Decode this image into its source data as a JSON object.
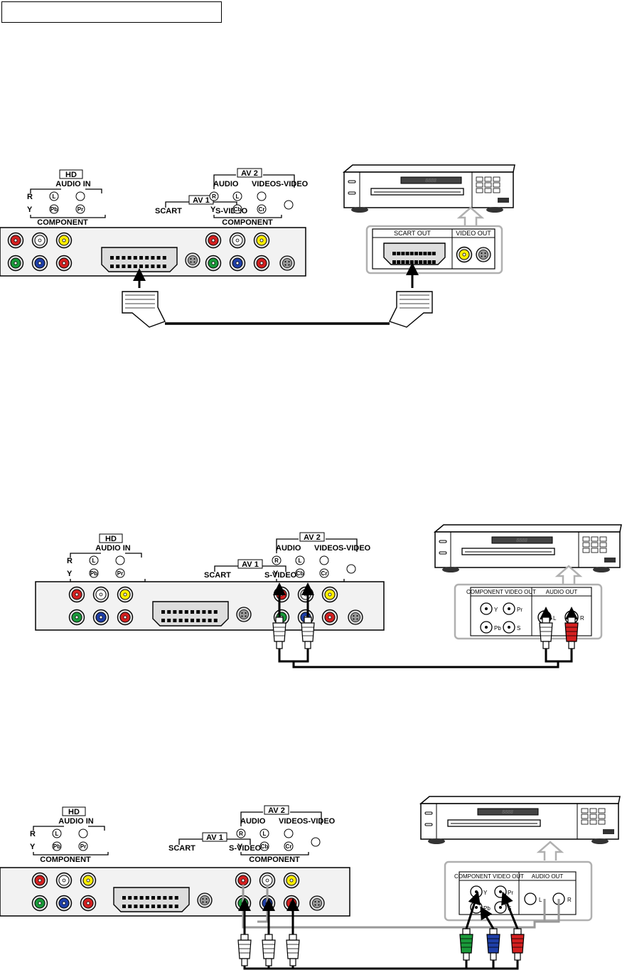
{
  "colors": {
    "red": "#d42020",
    "white": "#ffffff",
    "yellow": "#ffee00",
    "green": "#1a9a3a",
    "blue": "#1f3fa8",
    "panel": "#f2f2f2",
    "device_outline": "#b0b0b0"
  },
  "header_box": "",
  "tv_labels": {
    "hd": "HD",
    "audio_in": "AUDIO IN",
    "r": "R",
    "l": "L",
    "y": "Y",
    "pb": "Pb",
    "pr": "Pr",
    "component": "COMPONENT",
    "av1": "AV 1",
    "scart": "SCART",
    "s_video": "S-VIDEO",
    "av2": "AV 2",
    "audio": "AUDIO",
    "video": "VIDEO",
    "cb": "Cb",
    "cr": "Cr"
  },
  "devices": {
    "display": "8888",
    "scart_out": "SCART OUT",
    "video_out": "VIDEO OUT",
    "component_video_out": "COMPONENT VIDEO OUT",
    "audio_out": "AUDIO OUT",
    "y": "Y",
    "pr": "Pr",
    "pb": "Pb",
    "s": "S",
    "l": "L",
    "r": "R"
  }
}
